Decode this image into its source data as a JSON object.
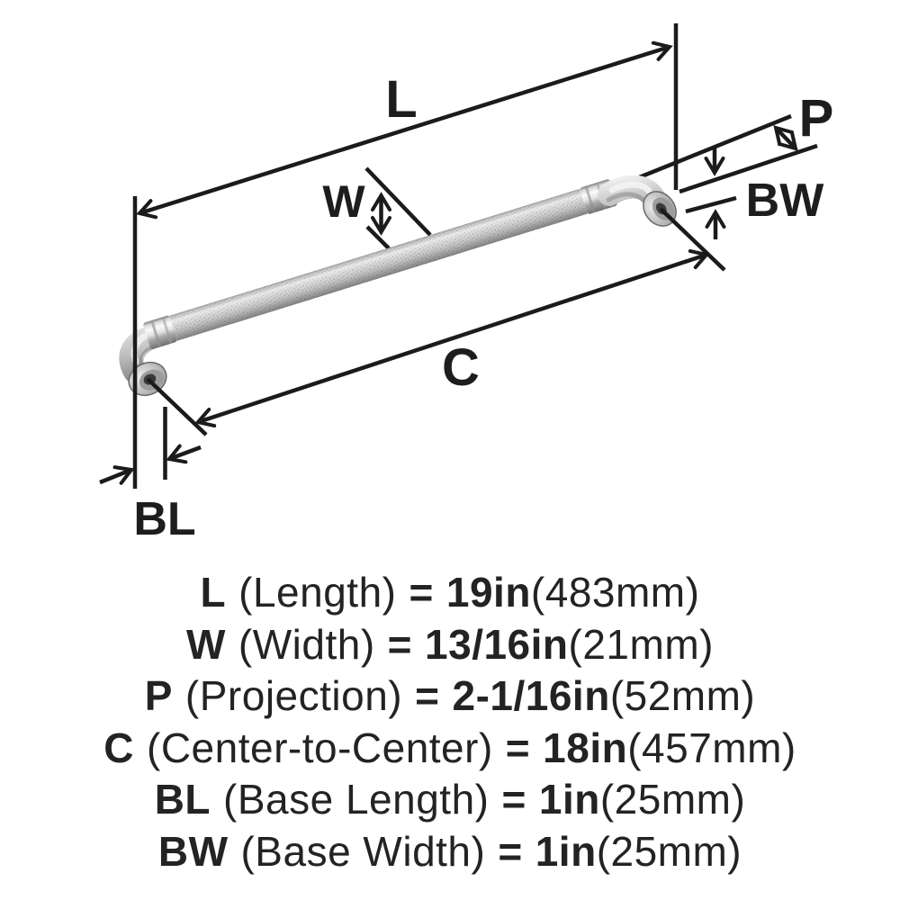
{
  "colors": {
    "background": "#ffffff",
    "ink": "#1d1d1d",
    "metal_light": "#f2f2f2",
    "metal_mid": "#c9c9c9",
    "metal_dark": "#7a7a7a"
  },
  "diagram": {
    "callouts": {
      "length": "L",
      "width": "W",
      "projection": "P",
      "center_to_center": "C",
      "base_length": "BL",
      "base_width": "BW"
    }
  },
  "specs": [
    {
      "code": "L",
      "name": "(Length)",
      "equals": "=",
      "value": "19in",
      "metric": "(483mm)"
    },
    {
      "code": "W",
      "name": "(Width)",
      "equals": "=",
      "value": "13/16in",
      "metric": "(21mm)"
    },
    {
      "code": "P",
      "name": "(Projection)",
      "equals": "=",
      "value": "2-1/16in",
      "metric": "(52mm)"
    },
    {
      "code": "C",
      "name": "(Center-to-Center)",
      "equals": "=",
      "value": "18in",
      "metric": "(457mm)"
    },
    {
      "code": "BL",
      "name": "(Base Length)",
      "equals": "=",
      "value": "1in",
      "metric": "(25mm)"
    },
    {
      "code": "BW",
      "name": "(Base Width)",
      "equals": "=",
      "value": "1in",
      "metric": "(25mm)"
    }
  ]
}
